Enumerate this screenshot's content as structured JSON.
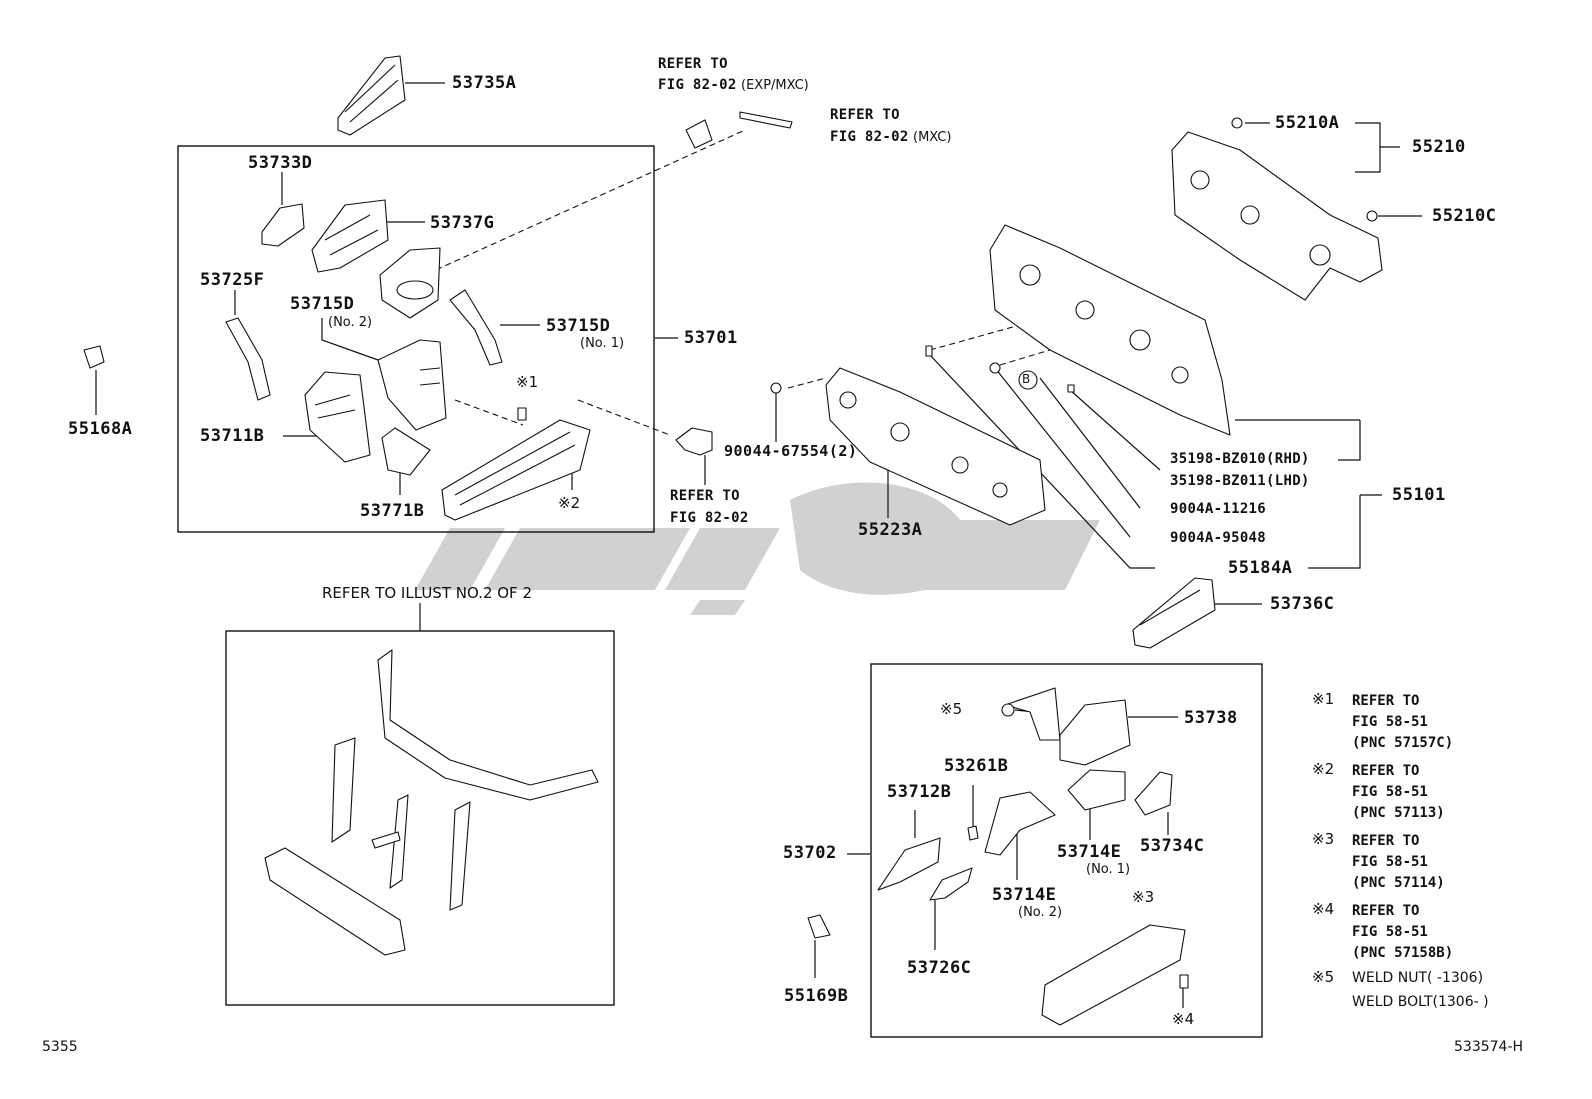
{
  "diagram": {
    "footer_left": "5355",
    "footer_right": "533574-H",
    "parts": {
      "p53735A": "53735A",
      "p53733D": "53733D",
      "p53737G": "53737G",
      "p53725F": "53725F",
      "p53715D_2": "53715D",
      "p53715D_2_sub": "(No. 2)",
      "p53715D_1": "53715D",
      "p53715D_1_sub": "(No. 1)",
      "p53701": "53701",
      "p53711B": "53711B",
      "p53771B": "53771B",
      "p55168A": "55168A",
      "p90044": "90044-67554(2)",
      "p55223A": "55223A",
      "p55210A": "55210A",
      "p55210": "55210",
      "p55210C": "55210C",
      "p35198R": "35198-BZ010(RHD)",
      "p35198L": "35198-BZ011(LHD)",
      "p55101": "55101",
      "p9004A_1": "9004A-11216",
      "p9004A_2": "9004A-95048",
      "p55184A": "55184A",
      "p53736C": "53736C",
      "p53738": "53738",
      "p53261B": "53261B",
      "p53712B": "53712B",
      "p53734C": "53734C",
      "p53714E_1": "53714E",
      "p53714E_1_sub": "(No. 1)",
      "p53714E_2": "53714E",
      "p53714E_2_sub": "(No. 2)",
      "p53702": "53702",
      "p53726C": "53726C",
      "p55169B": "55169B"
    },
    "refs": {
      "r1a": "REFER TO",
      "r1b": "FIG 82-02",
      "r1c": "(EXP/MXC)",
      "r2a": "REFER TO",
      "r2b": "FIG 82-02",
      "r2c": "(MXC)",
      "r3a": "REFER TO",
      "r3b": "FIG 82-02",
      "illust": "REFER TO ILLUST NO.2 OF 2",
      "circle_b": "B"
    },
    "marks": {
      "m1": "※1",
      "m2": "※2",
      "m3": "※3",
      "m4": "※4",
      "m5": "※5"
    },
    "notes": [
      {
        "mark": "※1",
        "l1": "REFER TO",
        "l2": "FIG 58-51",
        "l3": "(PNC 57157C)"
      },
      {
        "mark": "※2",
        "l1": "REFER TO",
        "l2": "FIG 58-51",
        "l3": "(PNC 57113)"
      },
      {
        "mark": "※3",
        "l1": "REFER TO",
        "l2": "FIG 58-51",
        "l3": "(PNC 57114)"
      },
      {
        "mark": "※4",
        "l1": "REFER TO",
        "l2": "FIG 58-51",
        "l3": "(PNC 57158B)"
      },
      {
        "mark": "※5",
        "l1": "WELD NUT(  -1306)",
        "l2": "WELD BOLT(1306-  )",
        "l3": ""
      }
    ]
  }
}
